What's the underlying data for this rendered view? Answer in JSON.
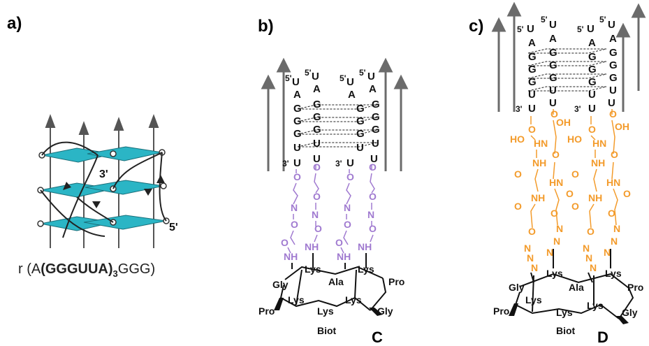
{
  "panels": {
    "a": {
      "label": "a)",
      "caption": {
        "prefix": "r (A",
        "repeat": "(GGGUUA)",
        "count": "3",
        "suffix": "GGG)"
      },
      "label_3p": "3'",
      "label_5p": "5'"
    },
    "b": {
      "label": "b)",
      "compound": "C"
    },
    "c": {
      "label": "c)",
      "compound": "D"
    }
  },
  "rna": {
    "five_prime": "5'",
    "three_prime": "3'",
    "U": "U",
    "A": "A",
    "G": "G"
  },
  "peptide": {
    "gly": "Gly",
    "lys": "Lys",
    "ala": "Ala",
    "pro": "Pro",
    "biot": "Biot"
  },
  "linker_atoms": {
    "O": "O",
    "N": "N",
    "NH": "NH",
    "HN": "HN",
    "OH": "OH",
    "HO": "HO"
  },
  "colors": {
    "purple": "#a07ad0",
    "orange": "#f39b2b",
    "cyan": "#2bb5c5",
    "arrow": "#6b6b6b"
  }
}
